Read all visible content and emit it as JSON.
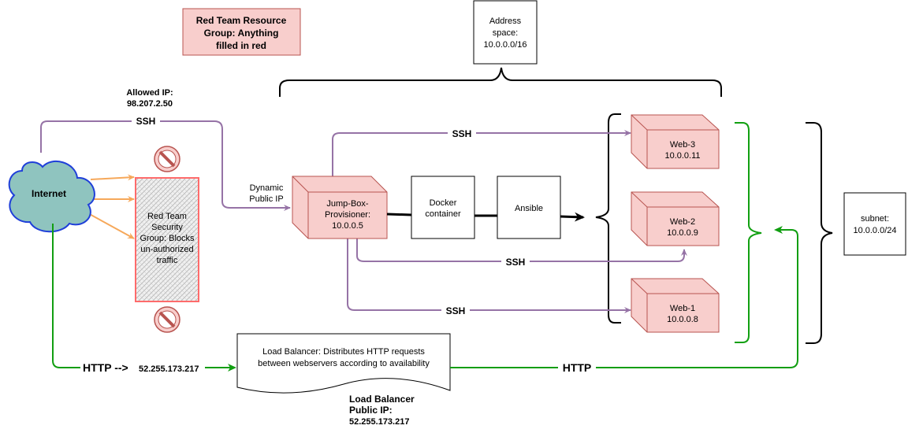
{
  "legend": {
    "line1": "Red Team Resource",
    "line2": "Group: Anything",
    "line3": "filled in red"
  },
  "address_space": {
    "line1": "Address",
    "line2": "space:",
    "line3": "10.0.0.0/16"
  },
  "subnet": {
    "line1": "subnet:",
    "line2": "10.0.0.0/24"
  },
  "internet": {
    "label": "Internet"
  },
  "allowed_ip": {
    "line1": "Allowed IP:",
    "line2": "98.207.2.50"
  },
  "security_group": {
    "line1": "Red Team",
    "line2": "Security",
    "line3": "Group: Blocks",
    "line4": "un-authorized",
    "line5": "traffic"
  },
  "dynamic_ip": {
    "line1": "Dynamic",
    "line2": "Public IP"
  },
  "jumpbox": {
    "line1": "Jump-Box-",
    "line2": "Provisioner:",
    "line3": "10.0.0.5"
  },
  "docker": {
    "line1": "Docker",
    "line2": "container"
  },
  "ansible": {
    "label": "Ansible"
  },
  "web3": {
    "name": "Web-3",
    "ip": "10.0.0.11"
  },
  "web2": {
    "name": "Web-2",
    "ip": "10.0.0.9"
  },
  "web1": {
    "name": "Web-1",
    "ip": "10.0.0.8"
  },
  "edges": {
    "ssh_internet": "SSH",
    "ssh_web3": "SSH",
    "ssh_web2": "SSH",
    "ssh_web1": "SSH",
    "http_lb_prefix": "HTTP -->",
    "http_lb_ip": "52.255.173.217",
    "http_web": "HTTP"
  },
  "load_balancer": {
    "line1": "Load Balancer: Distributes HTTP requests",
    "line2": "between webservers according to availability"
  },
  "lb_public_ip": {
    "line1": "Load Balancer",
    "line2": "Public IP:",
    "line3": "52.255.173.217"
  },
  "colors": {
    "red_fill": "#f8cecc",
    "red_stroke": "#b85450",
    "cloud_fill": "#8fc4bf",
    "cloud_stroke": "#1f3fd9",
    "ssh_line": "#9673a6",
    "http_line": "#119e11",
    "blocked_line": "#f6a85a",
    "bracket_green": "#11a011"
  }
}
